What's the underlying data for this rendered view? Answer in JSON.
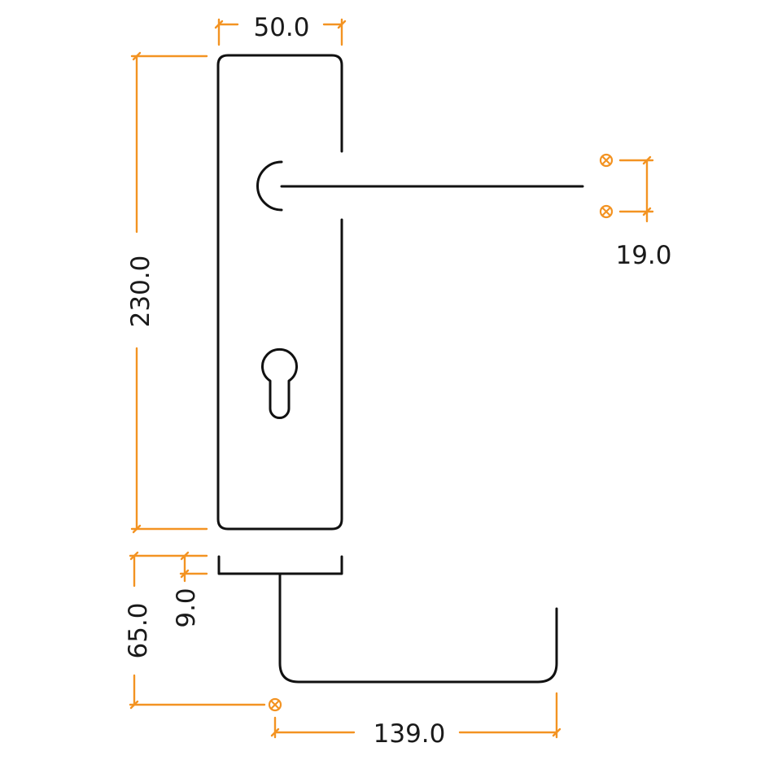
{
  "title": "Lever handle on lock backplate - technical dimension drawing",
  "colors": {
    "outline": "#111111",
    "dimension_lines": "#f39322",
    "text": "#1a1a1a",
    "background": "#ffffff"
  },
  "units": "mm",
  "dimensions": {
    "plate_width": "50.0",
    "plate_height": "230.0",
    "fixing_centres": "19.0",
    "projection": "65.0",
    "plate_thickness": "9.0",
    "lever_length": "139.0"
  },
  "views": [
    {
      "name": "front-elevation",
      "contains": [
        "backplate",
        "lever-rose",
        "lever-arm",
        "euro-profile-keyhole"
      ]
    },
    {
      "name": "plan-view",
      "contains": [
        "backplate-edge",
        "lever-return"
      ]
    }
  ],
  "symbols": {
    "datum_marker": "circled-x"
  }
}
